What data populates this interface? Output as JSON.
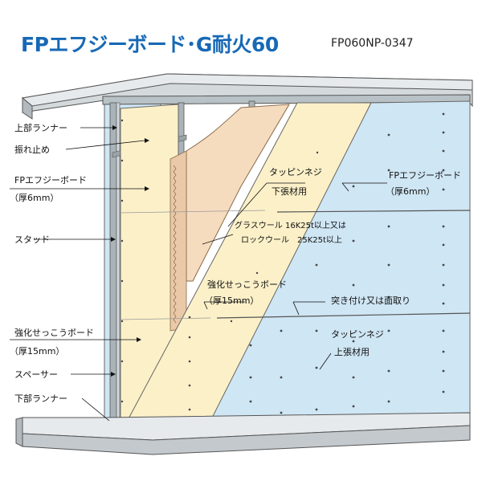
{
  "header": {
    "title": "FPエフジーボード･G耐火60",
    "code": "FP060NP-0347"
  },
  "left_labels": {
    "upper_runner": "上部ランナー",
    "brace": "振れ止め",
    "fp_board": "FPエフジーボード",
    "fp_board_thickness": "（厚6mm）",
    "stud": "スタッド",
    "gypsum_board": "強化せっこうボード",
    "gypsum_board_thickness": "（厚15mm）",
    "spacer": "スペーサー",
    "lower_runner": "下部ランナー"
  },
  "callouts": {
    "screw_lower_1": "タッピンネジ",
    "screw_lower_2": "下張材用",
    "fp_board_right_1": "FPエフジーボード",
    "fp_board_right_2": "（厚6mm）",
    "insulation_1": "グラスウール 16K25t以上又は",
    "insulation_2": "ロックウール　25K25t以上",
    "gypsum_mid_1": "強化せっこうボード",
    "gypsum_mid_2": "（厚15mm）",
    "joint": "突き付け又は面取り",
    "screw_upper_1": "タッピンネジ",
    "screw_upper_2": "上張材用"
  },
  "colors": {
    "title_blue": "#1769b5",
    "fp_board_fill": "#cfe6f4",
    "gypsum_fill": "#fbf0c8",
    "insulation_fill": "#f6dcbf",
    "slab_fill": "#c3c9cd",
    "steel": "#9aa3a8"
  }
}
